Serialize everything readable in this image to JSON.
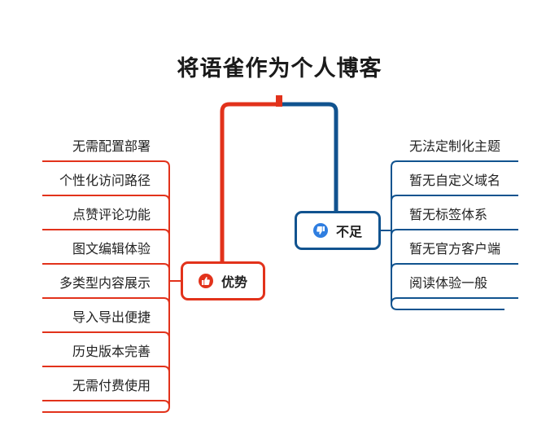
{
  "title": "将语雀作为个人博客",
  "colors": {
    "pros": "#e2321b",
    "cons": "#11538f"
  },
  "pros": {
    "label": "优势",
    "icon": "thumbs-up-icon",
    "items": [
      {
        "label": "无需配置部署"
      },
      {
        "label": "个性化访问路径"
      },
      {
        "label": "点赞评论功能"
      },
      {
        "label": "图文编辑体验"
      },
      {
        "label": "多类型内容展示"
      },
      {
        "label": "导入导出便捷"
      },
      {
        "label": "历史版本完善"
      },
      {
        "label": "无需付费使用"
      }
    ]
  },
  "cons": {
    "label": "不足",
    "icon": "thumbs-down-icon",
    "items": [
      {
        "label": "无法定制化主题"
      },
      {
        "label": "暂无自定义域名"
      },
      {
        "label": "暂无标签体系"
      },
      {
        "label": "暂无官方客户端"
      },
      {
        "label": "阅读体验一般"
      }
    ]
  }
}
